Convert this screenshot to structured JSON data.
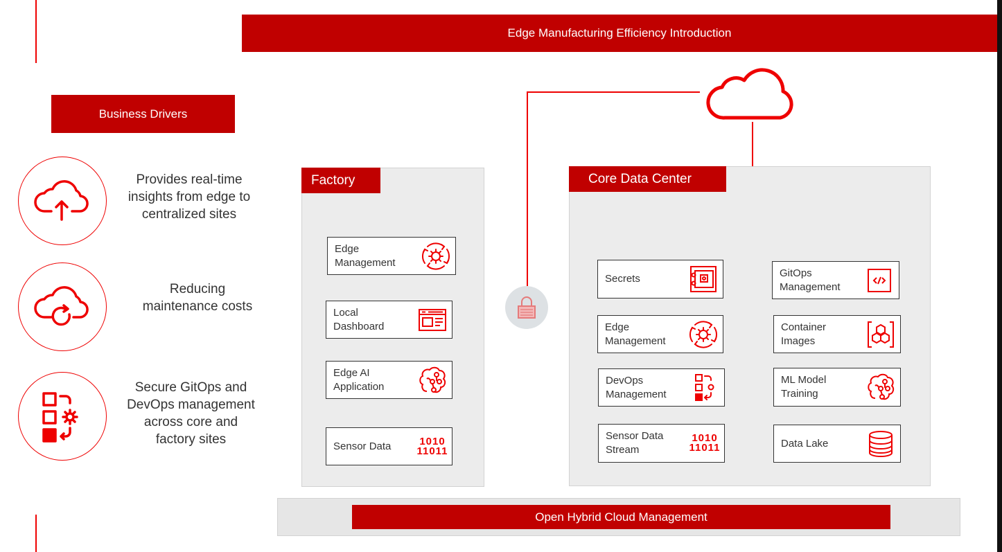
{
  "title": "Edge Manufacturing Efficiency Introduction",
  "colors": {
    "accent": "#c00000",
    "icon_red": "#e00000",
    "panel_bg": "#ececec",
    "text": "#333333"
  },
  "business_drivers": {
    "heading": "Business Drivers",
    "items": [
      {
        "icon": "cloud-upload-icon",
        "text": "Provides real-time\ninsights from edge to\ncentralized sites"
      },
      {
        "icon": "cloud-refresh-icon",
        "text": "Reducing\nmaintenance costs"
      },
      {
        "icon": "devops-workflow-icon",
        "text": "Secure GitOps and\nDevOps management\nacross core and\nfactory sites"
      }
    ]
  },
  "factory": {
    "label": "Factory",
    "cards": [
      {
        "label": "Edge\nManagement",
        "icon": "gear-cycle-icon"
      },
      {
        "label": "Local\nDashboard",
        "icon": "dashboard-icon"
      },
      {
        "label": "Edge AI\nApplication",
        "icon": "brain-circuit-icon"
      },
      {
        "label": "Sensor Data",
        "icon": "binary-data-icon"
      }
    ]
  },
  "core": {
    "label": "Core Data Center",
    "cards_left": [
      {
        "label": "Secrets",
        "icon": "vault-icon"
      },
      {
        "label": "Edge\nManagement",
        "icon": "gear-cycle-icon"
      },
      {
        "label": "DevOps\nManagement",
        "icon": "devops-workflow-icon"
      },
      {
        "label": "Sensor Data\nStream",
        "icon": "binary-data-icon"
      }
    ],
    "cards_right": [
      {
        "label": "GitOps\nManagement",
        "icon": "code-icon"
      },
      {
        "label": "Container\nImages",
        "icon": "container-icon"
      },
      {
        "label": "ML Model\nTraining",
        "icon": "brain-circuit-icon"
      },
      {
        "label": "Data Lake",
        "icon": "database-icon"
      }
    ]
  },
  "cloud_icon": "cloud-icon",
  "lock_icon": "lock-icon",
  "footer": {
    "label": "Open Hybrid Cloud Management"
  }
}
